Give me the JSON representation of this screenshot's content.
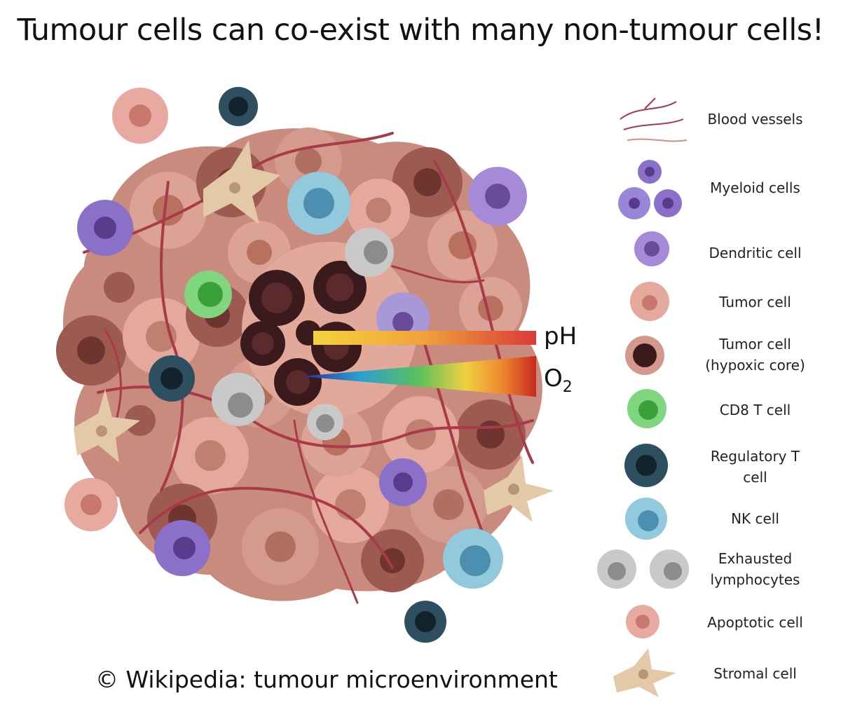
{
  "title": "Tumour cells can co-exist with many non-tumour cells!",
  "credit": "© Wikipedia: tumour microenvironment",
  "gradients": {
    "ph_label": "pH",
    "o2_label": "O",
    "o2_subscript": "2"
  },
  "legend": [
    {
      "label": "Blood vessels",
      "icon": "blood-vessels-icon"
    },
    {
      "label": "Myeloid cells",
      "icon": "myeloid-cells-icon"
    },
    {
      "label": "Dendritic cell",
      "icon": "dendritic-cell-icon"
    },
    {
      "label": "Tumor cell",
      "icon": "tumor-cell-icon"
    },
    {
      "label": "Tumor cell\n(hypoxic core)",
      "icon": "hypoxic-tumor-cell-icon"
    },
    {
      "label": "CD8 T cell",
      "icon": "cd8-t-cell-icon"
    },
    {
      "label": "Regulatory T\ncell",
      "icon": "regulatory-t-cell-icon"
    },
    {
      "label": "NK cell",
      "icon": "nk-cell-icon"
    },
    {
      "label": "Exhausted\nlymphocytes",
      "icon": "exhausted-lymphocytes-icon"
    },
    {
      "label": "Apoptotic cell",
      "icon": "apoptotic-cell-icon"
    },
    {
      "label": "Stromal cell",
      "icon": "stromal-cell-icon"
    }
  ],
  "colors": {
    "tumor_light": "#e4a89c",
    "tumor_mid": "#c98b7e",
    "tumor_dark": "#9c5a50",
    "vessel": "#a93a4a",
    "cd8": "#5cbf5c",
    "treg": "#2e4f60",
    "nk": "#4c8fb0",
    "myeloid": "#8a70c8",
    "exhausted": "#9a9a9a",
    "stromal": "#e3c9a8"
  }
}
